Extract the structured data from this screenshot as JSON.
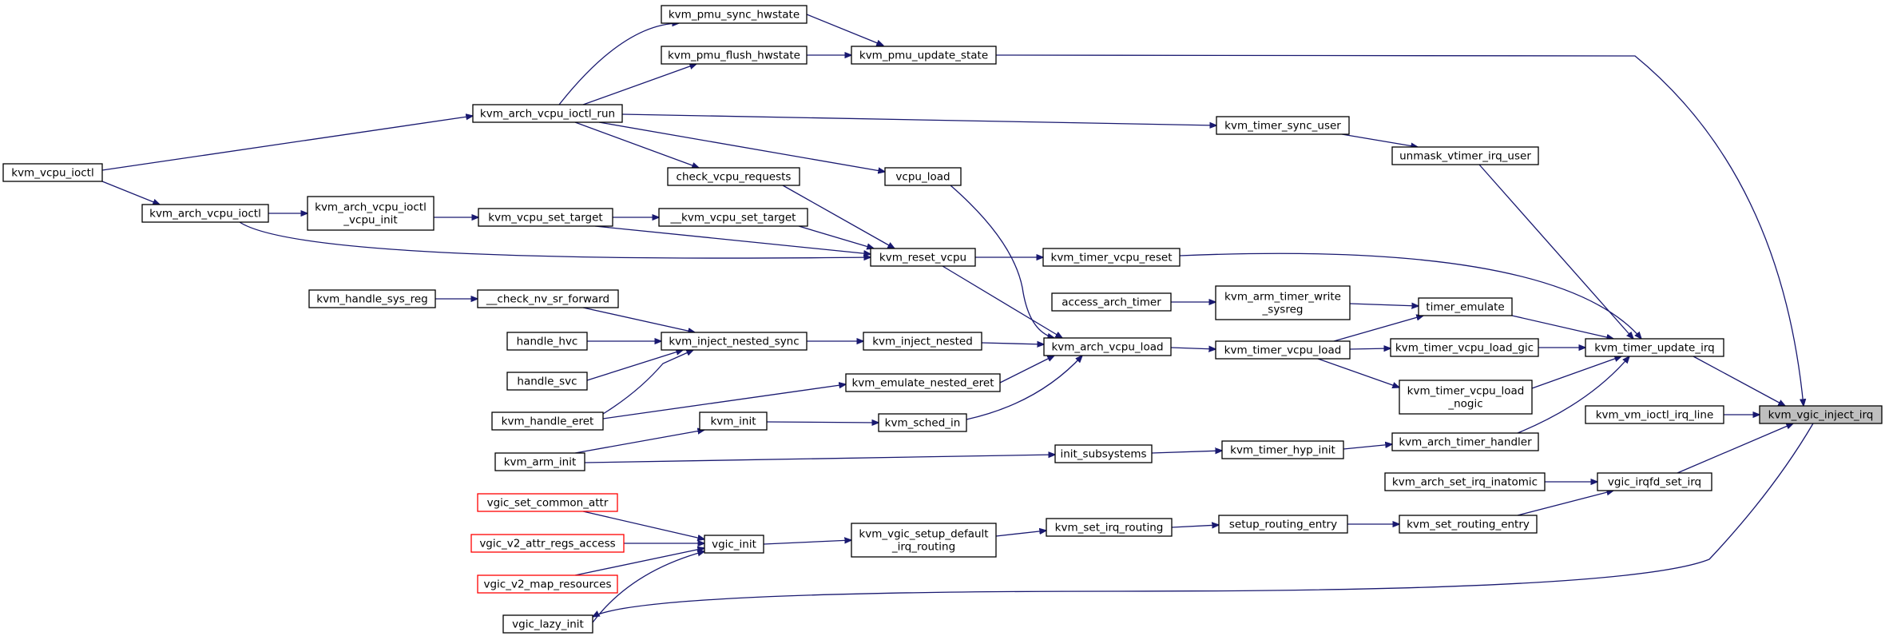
{
  "graph": {
    "kind": "caller-graph",
    "edge_color": "#191970",
    "root_fill": "#bfbfbf",
    "red_border": "#ff0000",
    "nodes": [
      {
        "id": "kvm_pmu_sync_hwstate",
        "label": "kvm_pmu_sync_hwstate"
      },
      {
        "id": "kvm_pmu_flush_hwstate",
        "label": "kvm_pmu_flush_hwstate"
      },
      {
        "id": "kvm_pmu_update_state",
        "label": "kvm_pmu_update_state"
      },
      {
        "id": "kvm_arch_vcpu_ioctl_run",
        "label": "kvm_arch_vcpu_ioctl_run"
      },
      {
        "id": "kvm_timer_sync_user",
        "label": "kvm_timer_sync_user"
      },
      {
        "id": "unmask_vtimer_irq_user",
        "label": "unmask_vtimer_irq_user"
      },
      {
        "id": "kvm_vcpu_ioctl",
        "label": "kvm_vcpu_ioctl"
      },
      {
        "id": "check_vcpu_requests",
        "label": "check_vcpu_requests"
      },
      {
        "id": "vcpu_load",
        "label": "vcpu_load"
      },
      {
        "id": "kvm_arch_vcpu_ioctl",
        "label": "kvm_arch_vcpu_ioctl"
      },
      {
        "id": "kvm_arch_vcpu_ioctl_vcpu_init",
        "label": "kvm_arch_vcpu_ioctl\n_vcpu_init"
      },
      {
        "id": "kvm_vcpu_set_target",
        "label": "kvm_vcpu_set_target"
      },
      {
        "id": "__kvm_vcpu_set_target",
        "label": "__kvm_vcpu_set_target"
      },
      {
        "id": "kvm_reset_vcpu",
        "label": "kvm_reset_vcpu"
      },
      {
        "id": "kvm_timer_vcpu_reset",
        "label": "kvm_timer_vcpu_reset"
      },
      {
        "id": "kvm_handle_sys_reg",
        "label": "kvm_handle_sys_reg"
      },
      {
        "id": "__check_nv_sr_forward",
        "label": "__check_nv_sr_forward"
      },
      {
        "id": "access_arch_timer",
        "label": "access_arch_timer"
      },
      {
        "id": "kvm_arm_timer_write_sysreg",
        "label": "kvm_arm_timer_write\n_sysreg"
      },
      {
        "id": "timer_emulate",
        "label": "timer_emulate"
      },
      {
        "id": "handle_hvc",
        "label": "handle_hvc"
      },
      {
        "id": "kvm_inject_nested_sync",
        "label": "kvm_inject_nested_sync"
      },
      {
        "id": "kvm_inject_nested",
        "label": "kvm_inject_nested"
      },
      {
        "id": "kvm_arch_vcpu_load",
        "label": "kvm_arch_vcpu_load"
      },
      {
        "id": "kvm_timer_vcpu_load",
        "label": "kvm_timer_vcpu_load"
      },
      {
        "id": "kvm_timer_vcpu_load_gic",
        "label": "kvm_timer_vcpu_load_gic"
      },
      {
        "id": "kvm_timer_update_irq",
        "label": "kvm_timer_update_irq"
      },
      {
        "id": "handle_svc",
        "label": "handle_svc"
      },
      {
        "id": "kvm_timer_vcpu_load_nogic",
        "label": "kvm_timer_vcpu_load\n_nogic"
      },
      {
        "id": "kvm_emulate_nested_eret",
        "label": "kvm_emulate_nested_eret"
      },
      {
        "id": "kvm_handle_eret",
        "label": "kvm_handle_eret"
      },
      {
        "id": "kvm_init",
        "label": "kvm_init"
      },
      {
        "id": "kvm_sched_in",
        "label": "kvm_sched_in"
      },
      {
        "id": "kvm_vm_ioctl_irq_line",
        "label": "kvm_vm_ioctl_irq_line"
      },
      {
        "id": "kvm_vgic_inject_irq",
        "label": "kvm_vgic_inject_irq",
        "root": true
      },
      {
        "id": "kvm_arch_timer_handler",
        "label": "kvm_arch_timer_handler"
      },
      {
        "id": "kvm_arm_init",
        "label": "kvm_arm_init"
      },
      {
        "id": "init_subsystems",
        "label": "init_subsystems"
      },
      {
        "id": "kvm_timer_hyp_init",
        "label": "kvm_timer_hyp_init"
      },
      {
        "id": "kvm_arch_set_irq_inatomic",
        "label": "kvm_arch_set_irq_inatomic"
      },
      {
        "id": "vgic_irqfd_set_irq",
        "label": "vgic_irqfd_set_irq"
      },
      {
        "id": "vgic_set_common_attr",
        "label": "vgic_set_common_attr",
        "red": true
      },
      {
        "id": "kvm_vgic_setup_default_irq_routing",
        "label": "kvm_vgic_setup_default\n_irq_routing"
      },
      {
        "id": "kvm_set_irq_routing",
        "label": "kvm_set_irq_routing"
      },
      {
        "id": "setup_routing_entry",
        "label": "setup_routing_entry"
      },
      {
        "id": "kvm_set_routing_entry",
        "label": "kvm_set_routing_entry"
      },
      {
        "id": "vgic_v2_attr_regs_access",
        "label": "vgic_v2_attr_regs_access",
        "red": true
      },
      {
        "id": "vgic_init",
        "label": "vgic_init"
      },
      {
        "id": "vgic_v2_map_resources",
        "label": "vgic_v2_map_resources",
        "red": true
      },
      {
        "id": "vgic_lazy_init",
        "label": "vgic_lazy_init"
      }
    ],
    "edges": [
      [
        "kvm_pmu_sync_hwstate",
        "kvm_pmu_update_state"
      ],
      [
        "kvm_pmu_flush_hwstate",
        "kvm_pmu_update_state"
      ],
      [
        "kvm_pmu_update_state",
        "kvm_vgic_inject_irq"
      ],
      [
        "kvm_arch_vcpu_ioctl_run",
        "kvm_pmu_sync_hwstate"
      ],
      [
        "kvm_arch_vcpu_ioctl_run",
        "kvm_pmu_flush_hwstate"
      ],
      [
        "kvm_arch_vcpu_ioctl_run",
        "kvm_timer_sync_user"
      ],
      [
        "kvm_arch_vcpu_ioctl_run",
        "check_vcpu_requests"
      ],
      [
        "kvm_arch_vcpu_ioctl_run",
        "vcpu_load"
      ],
      [
        "kvm_timer_sync_user",
        "unmask_vtimer_irq_user"
      ],
      [
        "unmask_vtimer_irq_user",
        "kvm_timer_update_irq"
      ],
      [
        "kvm_vcpu_ioctl",
        "kvm_arch_vcpu_ioctl_run"
      ],
      [
        "kvm_vcpu_ioctl",
        "kvm_arch_vcpu_ioctl"
      ],
      [
        "kvm_arch_vcpu_ioctl",
        "kvm_arch_vcpu_ioctl_vcpu_init"
      ],
      [
        "kvm_arch_vcpu_ioctl",
        "kvm_reset_vcpu"
      ],
      [
        "kvm_arch_vcpu_ioctl_vcpu_init",
        "kvm_vcpu_set_target"
      ],
      [
        "kvm_vcpu_set_target",
        "__kvm_vcpu_set_target"
      ],
      [
        "kvm_vcpu_set_target",
        "kvm_reset_vcpu"
      ],
      [
        "__kvm_vcpu_set_target",
        "kvm_reset_vcpu"
      ],
      [
        "check_vcpu_requests",
        "kvm_reset_vcpu"
      ],
      [
        "vcpu_load",
        "kvm_arch_vcpu_load"
      ],
      [
        "kvm_reset_vcpu",
        "kvm_timer_vcpu_reset"
      ],
      [
        "kvm_reset_vcpu",
        "kvm_arch_vcpu_load"
      ],
      [
        "kvm_timer_vcpu_reset",
        "kvm_timer_update_irq"
      ],
      [
        "kvm_handle_sys_reg",
        "__check_nv_sr_forward"
      ],
      [
        "__check_nv_sr_forward",
        "kvm_inject_nested_sync"
      ],
      [
        "access_arch_timer",
        "kvm_arm_timer_write_sysreg"
      ],
      [
        "kvm_arm_timer_write_sysreg",
        "timer_emulate"
      ],
      [
        "timer_emulate",
        "kvm_timer_update_irq"
      ],
      [
        "handle_hvc",
        "kvm_inject_nested_sync"
      ],
      [
        "handle_svc",
        "kvm_inject_nested_sync"
      ],
      [
        "kvm_handle_eret",
        "kvm_inject_nested_sync"
      ],
      [
        "kvm_handle_eret",
        "kvm_emulate_nested_eret"
      ],
      [
        "kvm_inject_nested_sync",
        "kvm_inject_nested"
      ],
      [
        "kvm_inject_nested",
        "kvm_arch_vcpu_load"
      ],
      [
        "kvm_emulate_nested_eret",
        "kvm_arch_vcpu_load"
      ],
      [
        "kvm_sched_in",
        "kvm_arch_vcpu_load"
      ],
      [
        "kvm_arch_vcpu_load",
        "kvm_timer_vcpu_load"
      ],
      [
        "kvm_timer_vcpu_load",
        "timer_emulate"
      ],
      [
        "kvm_timer_vcpu_load",
        "kvm_timer_vcpu_load_gic"
      ],
      [
        "kvm_timer_vcpu_load",
        "kvm_timer_vcpu_load_nogic"
      ],
      [
        "kvm_timer_vcpu_load_gic",
        "kvm_timer_update_irq"
      ],
      [
        "kvm_timer_vcpu_load_nogic",
        "kvm_timer_update_irq"
      ],
      [
        "kvm_timer_update_irq",
        "kvm_vgic_inject_irq"
      ],
      [
        "kvm_vm_ioctl_irq_line",
        "kvm_vgic_inject_irq"
      ],
      [
        "kvm_arch_timer_handler",
        "kvm_timer_update_irq"
      ],
      [
        "kvm_init",
        "kvm_sched_in"
      ],
      [
        "kvm_arm_init",
        "kvm_init"
      ],
      [
        "kvm_arm_init",
        "init_subsystems"
      ],
      [
        "init_subsystems",
        "kvm_timer_hyp_init"
      ],
      [
        "kvm_timer_hyp_init",
        "kvm_arch_timer_handler"
      ],
      [
        "vgic_irqfd_set_irq",
        "kvm_vgic_inject_irq"
      ],
      [
        "kvm_arch_set_irq_inatomic",
        "vgic_irqfd_set_irq"
      ],
      [
        "kvm_set_routing_entry",
        "vgic_irqfd_set_irq"
      ],
      [
        "setup_routing_entry",
        "kvm_set_routing_entry"
      ],
      [
        "kvm_set_irq_routing",
        "setup_routing_entry"
      ],
      [
        "kvm_vgic_setup_default_irq_routing",
        "kvm_set_irq_routing"
      ],
      [
        "vgic_init",
        "kvm_vgic_setup_default_irq_routing"
      ],
      [
        "vgic_set_common_attr",
        "vgic_init"
      ],
      [
        "vgic_v2_attr_regs_access",
        "vgic_init"
      ],
      [
        "vgic_v2_map_resources",
        "vgic_init"
      ],
      [
        "vgic_lazy_init",
        "vgic_init"
      ],
      [
        "kvm_vgic_inject_irq",
        "vgic_lazy_init"
      ]
    ]
  }
}
